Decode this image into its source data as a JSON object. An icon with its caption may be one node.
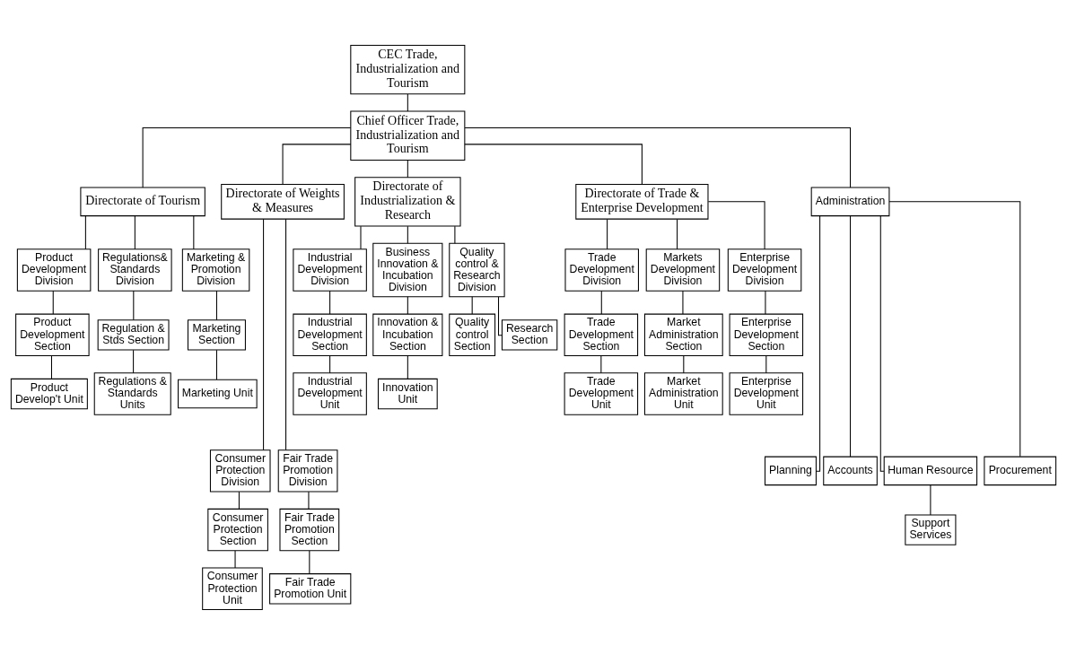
{
  "diagram": {
    "nodes": [
      {
        "text": [
          "CEC Trade, Industrialization and Tourism"
        ]
      },
      {
        "text": [
          "Chief Officer Trade, Industrialization and Tourism"
        ]
      },
      {
        "text": [
          "Directorate of Tourism"
        ]
      },
      {
        "text": [
          "Directorate of Weights & Measures"
        ]
      },
      {
        "text": [
          "Directorate of Industrialization & Research"
        ]
      },
      {
        "text": [
          "Directorate of Trade & Enterprise Development"
        ]
      },
      {
        "text": [
          "Administration"
        ]
      },
      {
        "text": [
          "Product Development Division"
        ]
      },
      {
        "text": [
          "Regulations& Standards Division"
        ]
      },
      {
        "text": [
          "Marketing & Promotion Division"
        ]
      },
      {
        "text": [
          "Product Development Section"
        ]
      },
      {
        "text": [
          "Regulation & Stds Section"
        ]
      },
      {
        "text": [
          "Marketing Section"
        ]
      },
      {
        "text": [
          "Product Develop't Unit"
        ]
      },
      {
        "text": [
          "Regulations & Standards Units"
        ]
      },
      {
        "text": [
          "Marketing Unit"
        ]
      },
      {
        "text": [
          "Industrial Development Division"
        ]
      },
      {
        "text": [
          "Business Innovation & Incubation Division"
        ]
      },
      {
        "text": [
          "Quality control & Research Division"
        ]
      },
      {
        "text": [
          "Industrial Development Section"
        ]
      },
      {
        "text": [
          "Innovation & Incubation Section"
        ]
      },
      {
        "text": [
          "Quality control Section"
        ]
      },
      {
        "text": [
          "Research Section"
        ]
      },
      {
        "text": [
          "Industrial Development Unit"
        ]
      },
      {
        "text": [
          "Innovation Unit"
        ]
      },
      {
        "text": [
          "Trade Development Division"
        ]
      },
      {
        "text": [
          "Markets Development Division"
        ]
      },
      {
        "text": [
          "Enterprise Development Division"
        ]
      },
      {
        "text": [
          "Trade Development Section"
        ]
      },
      {
        "text": [
          "Market Administration Section"
        ]
      },
      {
        "text": [
          "Enterprise Development Section"
        ]
      },
      {
        "text": [
          "Trade Development Unit"
        ]
      },
      {
        "text": [
          "Market Administration Unit"
        ]
      },
      {
        "text": [
          "Enterprise Development Unit"
        ]
      },
      {
        "text": [
          "Consumer Protection Division"
        ]
      },
      {
        "text": [
          "Fair Trade Promotion Division"
        ]
      },
      {
        "text": [
          "Consumer Protection Section"
        ]
      },
      {
        "text": [
          "Fair Trade Promotion Section"
        ]
      },
      {
        "text": [
          "Consumer Protection Unit"
        ]
      },
      {
        "text": [
          "Fair Trade Promotion Unit"
        ]
      },
      {
        "text": [
          "Planning"
        ]
      },
      {
        "text": [
          "Accounts"
        ]
      },
      {
        "text": [
          "Human Resource"
        ]
      },
      {
        "text": [
          "Procurement"
        ]
      },
      {
        "text": [
          "Support Services"
        ]
      }
    ],
    "edges": [
      {
        "from": 0,
        "to": 1,
        "arrow": "none"
      },
      {
        "from": 1,
        "to": 2,
        "arrow": "none"
      },
      {
        "from": 1,
        "to": 3,
        "arrow": "none"
      },
      {
        "from": 1,
        "to": 4,
        "arrow": "none"
      },
      {
        "from": 1,
        "to": 5,
        "arrow": "none"
      },
      {
        "from": 1,
        "to": 6,
        "arrow": "none"
      },
      {
        "from": 2,
        "to": 7,
        "arrow": "none"
      },
      {
        "from": 2,
        "to": 8,
        "arrow": "none"
      },
      {
        "from": 2,
        "to": 9,
        "arrow": "none"
      },
      {
        "from": 7,
        "to": 10,
        "arrow": "none"
      },
      {
        "from": 8,
        "to": 11,
        "arrow": "none"
      },
      {
        "from": 9,
        "to": 12,
        "arrow": "none"
      },
      {
        "from": 10,
        "to": 13,
        "arrow": "none"
      },
      {
        "from": 11,
        "to": 14,
        "arrow": "none"
      },
      {
        "from": 12,
        "to": 15,
        "arrow": "none"
      },
      {
        "from": 4,
        "to": 16,
        "arrow": "none"
      },
      {
        "from": 4,
        "to": 17,
        "arrow": "none"
      },
      {
        "from": 4,
        "to": 18,
        "arrow": "none"
      },
      {
        "from": 16,
        "to": 19,
        "arrow": "none"
      },
      {
        "from": 17,
        "to": 20,
        "arrow": "none"
      },
      {
        "from": 18,
        "to": 21,
        "arrow": "none"
      },
      {
        "from": 18,
        "to": 22,
        "arrow": "none"
      },
      {
        "from": 19,
        "to": 23,
        "arrow": "none"
      },
      {
        "from": 20,
        "to": 24,
        "arrow": "none"
      },
      {
        "from": 5,
        "to": 25,
        "arrow": "none"
      },
      {
        "from": 5,
        "to": 26,
        "arrow": "none"
      },
      {
        "from": 5,
        "to": 27,
        "arrow": "none"
      },
      {
        "from": 25,
        "to": 28,
        "arrow": "none"
      },
      {
        "from": 26,
        "to": 29,
        "arrow": "none"
      },
      {
        "from": 27,
        "to": 30,
        "arrow": "none"
      },
      {
        "from": 28,
        "to": 31,
        "arrow": "none"
      },
      {
        "from": 29,
        "to": 32,
        "arrow": "none"
      },
      {
        "from": 30,
        "to": 33,
        "arrow": "none"
      },
      {
        "from": 3,
        "to": 34,
        "arrow": "none"
      },
      {
        "from": 3,
        "to": 35,
        "arrow": "none"
      },
      {
        "from": 34,
        "to": 36,
        "arrow": "none"
      },
      {
        "from": 35,
        "to": 37,
        "arrow": "none"
      },
      {
        "from": 36,
        "to": 38,
        "arrow": "none"
      },
      {
        "from": 37,
        "to": 39,
        "arrow": "none"
      },
      {
        "from": 6,
        "to": 40,
        "arrow": "none"
      },
      {
        "from": 6,
        "to": 41,
        "arrow": "none"
      },
      {
        "from": 6,
        "to": 42,
        "arrow": "none"
      },
      {
        "from": 6,
        "to": 43,
        "arrow": "none"
      },
      {
        "from": 42,
        "to": 44,
        "arrow": "none"
      }
    ]
  }
}
